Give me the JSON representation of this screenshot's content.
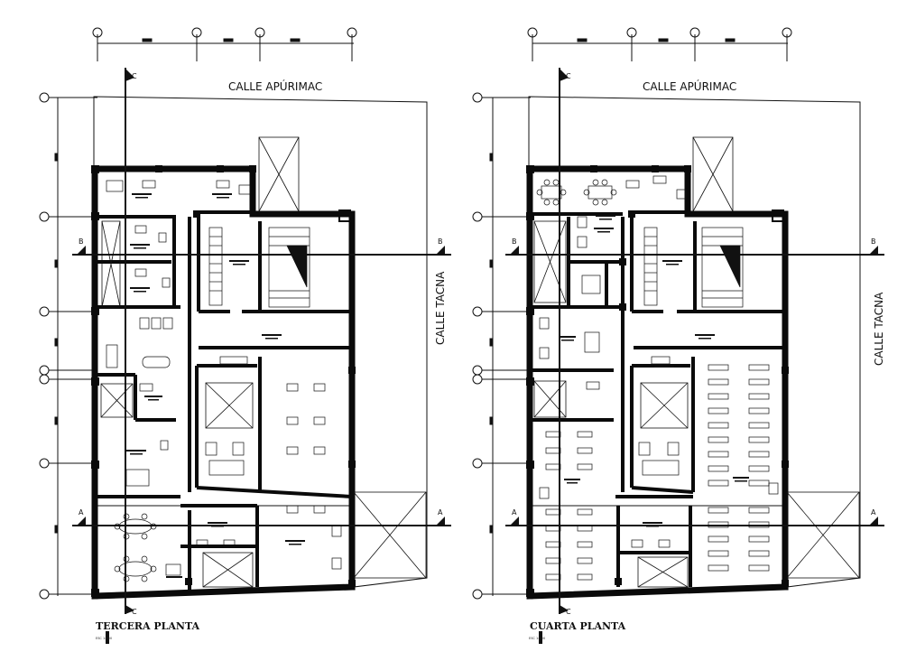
{
  "plans": [
    {
      "title": "TERCERA PLANTA",
      "scale_text": "ESC 1:100",
      "street_top": "CALLE APÚRIMAC",
      "street_right": "CALLE TACNA",
      "section_marks": {
        "vertical": "C",
        "upper": "B",
        "lower": "A"
      }
    },
    {
      "title": "CUARTA PLANTA",
      "scale_text": "ESC 1:100",
      "street_top": "CALLE APÚRIMAC",
      "street_right": "CALLE TACNA",
      "section_marks": {
        "vertical": "C",
        "upper": "B",
        "lower": "A"
      }
    }
  ],
  "colors": {
    "ink": "#111111",
    "wall": "#0a0a0a",
    "paper": "#ffffff"
  }
}
